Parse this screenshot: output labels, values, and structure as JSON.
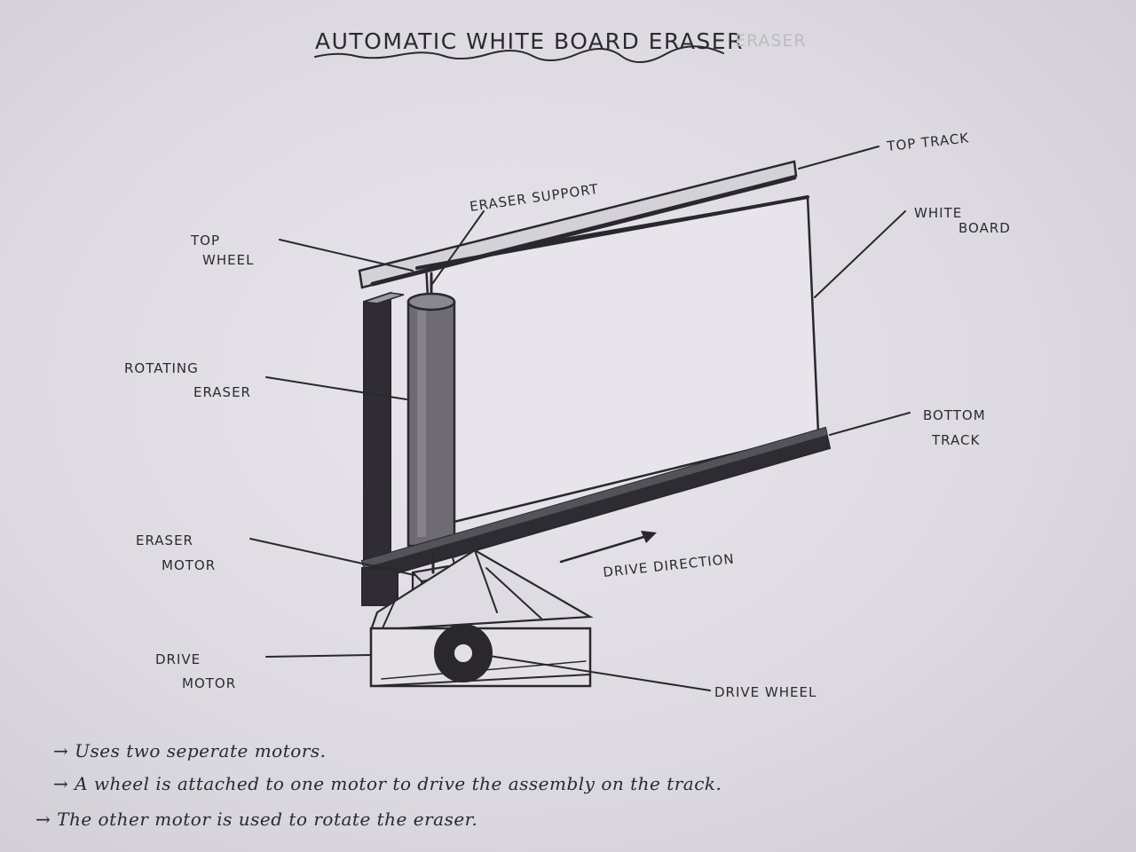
{
  "title": "AUTOMATIC WHITE BOARD ERASER",
  "labels": {
    "top_track": "TOP TRACK",
    "eraser_support": "ERASER SUPPORT",
    "white_board_1": "WHITE",
    "white_board_2": "BOARD",
    "top_wheel_1": "TOP",
    "top_wheel_2": "WHEEL",
    "rotating_eraser_1": "ROTATING",
    "rotating_eraser_2": "ERASER",
    "bottom_track_1": "BOTTOM",
    "bottom_track_2": "TRACK",
    "eraser_motor_1": "ERASER",
    "eraser_motor_2": "MOTOR",
    "drive_direction": "DRIVE DIRECTION",
    "drive_motor_1": "DRIVE",
    "drive_motor_2": "MOTOR",
    "drive_wheel": "DRIVE WHEEL"
  },
  "notes": [
    "→ Uses two seperate motors.",
    "→ A wheel is attached to one motor to drive the assembly on the track.",
    "→ The other motor is used to rotate the eraser."
  ],
  "colors": {
    "ink": "#2a282e",
    "paper": "#e4e2e8",
    "eraser_shade": "#6e6b72"
  }
}
